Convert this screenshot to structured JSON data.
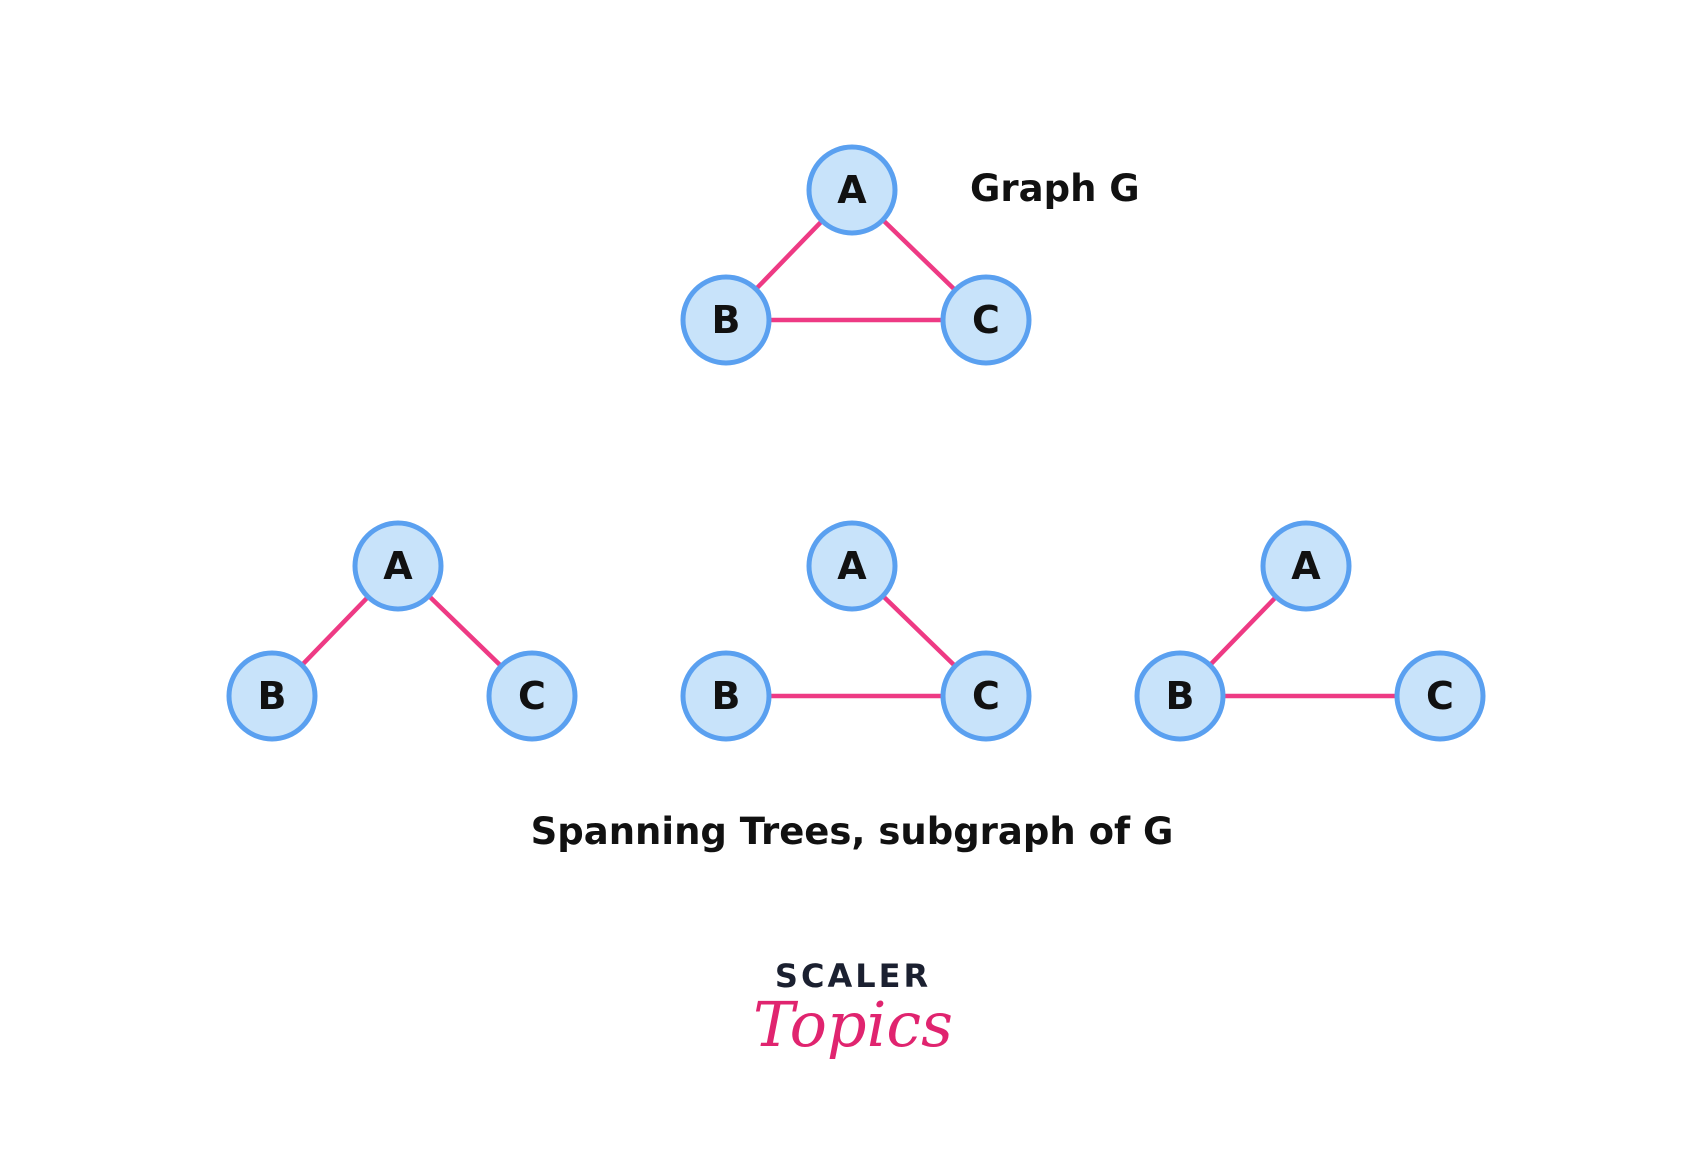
{
  "colors": {
    "node_fill": "#c8e3fa",
    "node_stroke": "#5aa0f0",
    "edge": "#ee3a84",
    "label": "#111111",
    "logo_dark": "#1b2030",
    "logo_pink": "#e0246f"
  },
  "graph_g": {
    "caption": "Graph G",
    "nodes": [
      {
        "id": "A",
        "label": "A"
      },
      {
        "id": "B",
        "label": "B"
      },
      {
        "id": "C",
        "label": "C"
      }
    ],
    "edges": [
      [
        "A",
        "B"
      ],
      [
        "A",
        "C"
      ],
      [
        "B",
        "C"
      ]
    ]
  },
  "spanning_trees": {
    "caption": "Spanning Trees, subgraph of G",
    "trees": [
      {
        "nodes": [
          {
            "id": "A",
            "label": "A"
          },
          {
            "id": "B",
            "label": "B"
          },
          {
            "id": "C",
            "label": "C"
          }
        ],
        "edges": [
          [
            "A",
            "B"
          ],
          [
            "A",
            "C"
          ]
        ]
      },
      {
        "nodes": [
          {
            "id": "A",
            "label": "A"
          },
          {
            "id": "B",
            "label": "B"
          },
          {
            "id": "C",
            "label": "C"
          }
        ],
        "edges": [
          [
            "A",
            "C"
          ],
          [
            "B",
            "C"
          ]
        ]
      },
      {
        "nodes": [
          {
            "id": "A",
            "label": "A"
          },
          {
            "id": "B",
            "label": "B"
          },
          {
            "id": "C",
            "label": "C"
          }
        ],
        "edges": [
          [
            "A",
            "B"
          ],
          [
            "B",
            "C"
          ]
        ]
      }
    ]
  },
  "logo": {
    "top": "SCALER",
    "bottom": "Topics"
  }
}
